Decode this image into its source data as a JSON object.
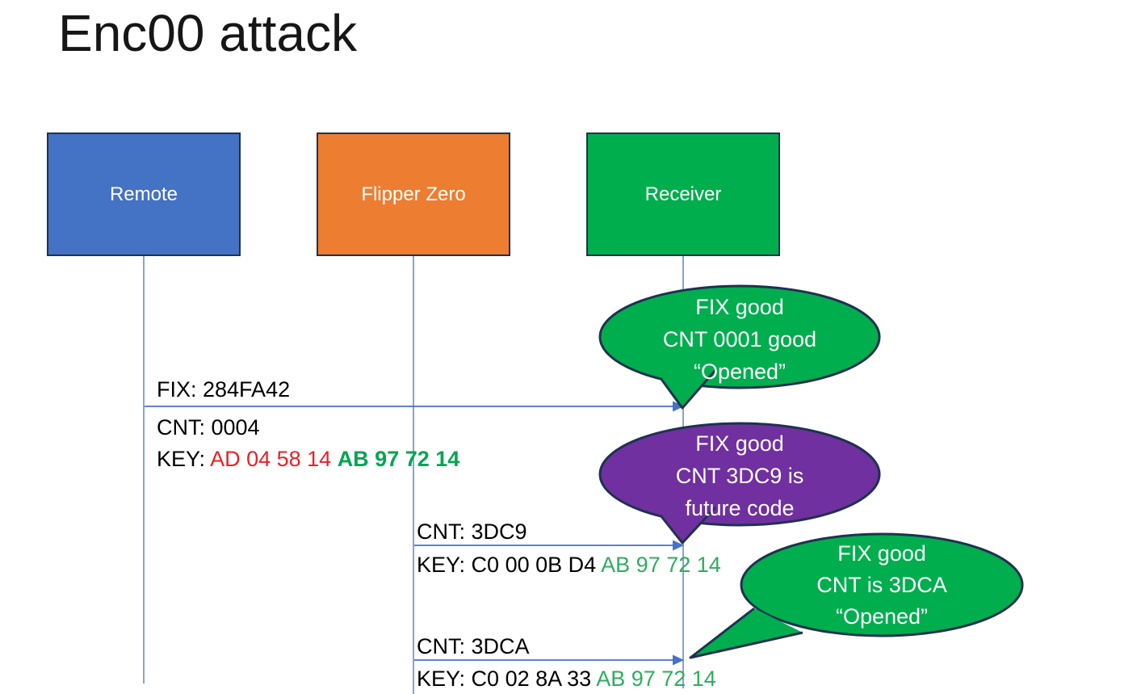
{
  "title": "Enc00 attack",
  "colors": {
    "actor_blue": "#4472C4",
    "actor_orange": "#ED7D31",
    "actor_green": "#00AE4E",
    "bubble_green": "#00AE4E",
    "bubble_purple": "#7030A0",
    "shape_border": "#1F3150",
    "line_blue": "#4472C4",
    "key_red": "#EC2024",
    "key_green_bold": "#00A651",
    "key_green": "#2EAD5E"
  },
  "actors": [
    {
      "label": "Remote"
    },
    {
      "label": "Flipper Zero"
    },
    {
      "label": "Receiver"
    }
  ],
  "messages": [
    {
      "from": "Remote",
      "to": "Receiver",
      "above": "FIX: 284FA42",
      "below": "CNT: 0004",
      "key_prefix": "KEY: ",
      "key_changing": "AD 04 58 14 ",
      "key_fixed": "AB 97 72 14"
    },
    {
      "from": "Flipper Zero",
      "to": "Receiver",
      "above": "CNT: 3DC9",
      "key_prefix": "KEY: ",
      "key_changing": "C0 00 0B D4 ",
      "key_fixed": "AB 97 72 14"
    },
    {
      "from": "Flipper Zero",
      "to": "Receiver",
      "above": "CNT: 3DCA",
      "key_prefix": "KEY: ",
      "key_changing": "C0 02 8A 33 ",
      "key_fixed": "AB 97 72 14"
    }
  ],
  "callouts": [
    {
      "speaker": "Receiver",
      "line1": "FIX good",
      "line2": "CNT 0001 good",
      "line3": "“Opened”"
    },
    {
      "speaker": "Receiver",
      "line1": "FIX good",
      "line2": "CNT 3DC9 is",
      "line3": "future code"
    },
    {
      "speaker": "Receiver",
      "line1": "FIX good",
      "line2": "CNT is 3DCA",
      "line3": "“Opened”"
    }
  ]
}
